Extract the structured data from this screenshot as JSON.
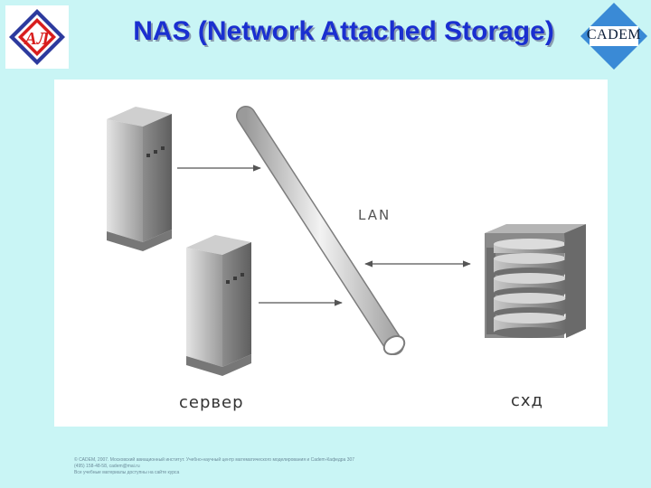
{
  "header": {
    "title": "NAS (Network Attached Storage)",
    "left_logo_text": "АЛ",
    "right_logo_text": "CADEM"
  },
  "diagram": {
    "lan_label": "LAN",
    "server_label": "сервер",
    "storage_label": "схд"
  },
  "footer": {
    "line1": "© CADEM, 2007. Московский авиационный институт. Учебно-научный центр математического моделирования и Cadem-Кафедра 307",
    "line2": "(495) 158-48-58, cadem@mai.ru",
    "line3": "Все учебные материалы доступны на сайте курса"
  },
  "colors": {
    "background": "#c9f5f5",
    "title": "#1a2fd0",
    "left_logo_red": "#d81e1e",
    "left_logo_blue": "#2d3a9e",
    "right_logo_blue": "#3a8ad6"
  }
}
